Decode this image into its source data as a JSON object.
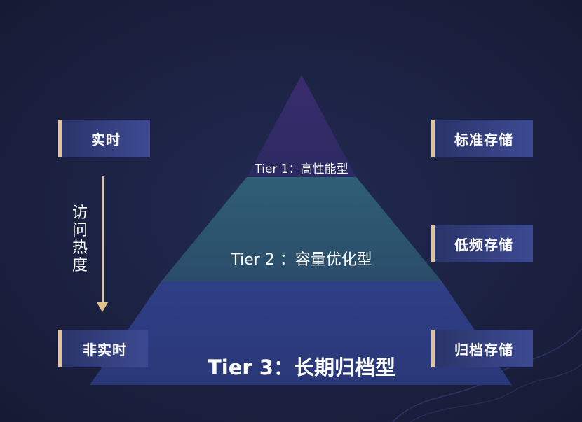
{
  "left_tags": {
    "top": "实时",
    "bottom": "非实时"
  },
  "heat_axis": {
    "label": "访问热度"
  },
  "tiers": {
    "tier1": "Tier 1：高性能型",
    "tier2": "Tier 2 ：容量优化型",
    "tier3": "Tier 3：长期归档型"
  },
  "right_tags": {
    "top": "标准存储",
    "middle": "低频存储",
    "bottom": "归档存储"
  },
  "colors": {
    "accent": "#e7c38c",
    "tier1": "#2f2a66",
    "tier2": "#2d5a72",
    "tier3": "#2f3f86",
    "background": "#1c2140"
  }
}
